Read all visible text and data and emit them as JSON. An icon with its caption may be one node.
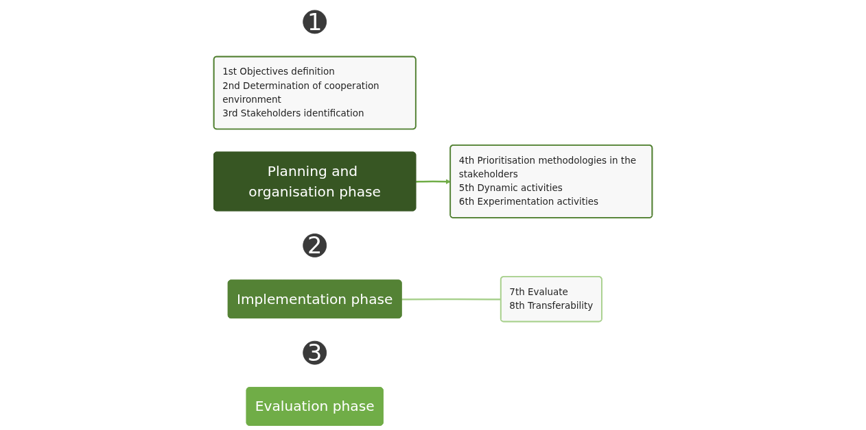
{
  "diagram": {
    "nodes": [
      {
        "text": [
          "1"
        ]
      },
      {
        "text": [
          "1st Objectives definition",
          "2nd Determination of cooperation environment",
          "3rd Stakeholders identification"
        ]
      },
      {
        "text": [
          "Planning and organisation phase"
        ]
      },
      {
        "text": [
          "2"
        ]
      },
      {
        "text": [
          "Implementation phase"
        ]
      },
      {
        "text": [
          "4th Prioritisation methodologies in the stakeholders",
          "5th Dynamic activities",
          "6th Experimentation activities"
        ]
      },
      {
        "text": [
          "3"
        ]
      },
      {
        "text": [
          "7th Evaluate",
          "8th Transferability"
        ]
      },
      {
        "text": [
          "Evaluation phase"
        ]
      }
    ],
    "edges": [
      {
        "from": 2,
        "to": 5,
        "arrow": "to",
        "color": "#70ad47"
      },
      {
        "from": 4,
        "to": 7,
        "arrow": "none",
        "color": "#a9d18e"
      }
    ]
  }
}
